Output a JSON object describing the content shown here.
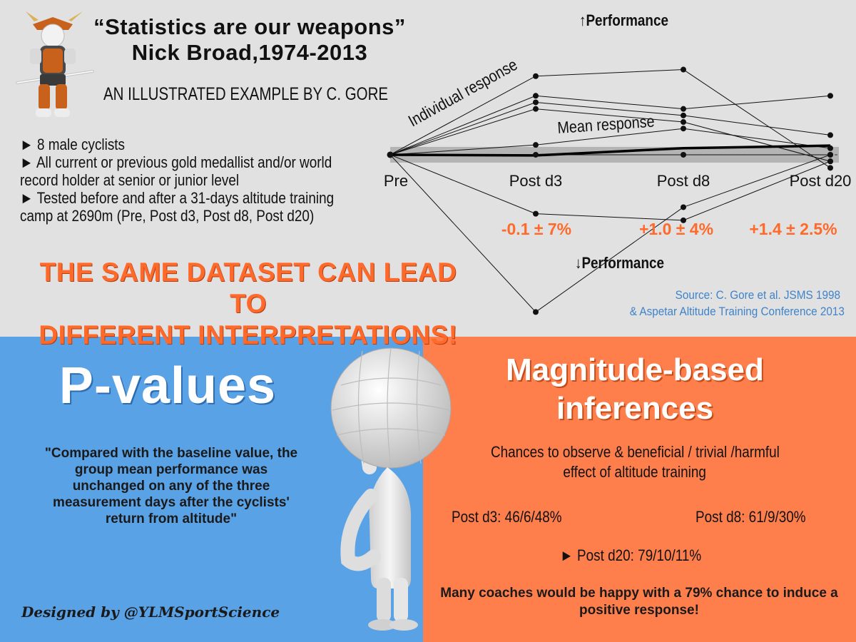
{
  "header": {
    "quote_line1": "“Statistics are our weapons”",
    "quote_line2": "Nick Broad,1974-2013",
    "byline": "AN ILLUSTRATED EXAMPLE BY C. GORE"
  },
  "bullets": [
    "► 8 male cyclists",
    "► All current or previous gold medallist and/or world",
    "record holder at senior or junior level",
    "► Tested before and after a 31-days altitude training",
    "camp at 2690m (Pre, Post d3, Post d8, Post d20)"
  ],
  "headline": {
    "line1": "THE SAME DATASET CAN LEAD TO",
    "line2": "DIFFERENT INTERPRETATIONS!"
  },
  "source": {
    "line1": "Source: C. Gore et al. JSMS 1998",
    "line2": "& Aspetar Altitude Training Conference 2013"
  },
  "chart_data": {
    "type": "line",
    "x": [
      "Pre",
      "Post d3",
      "Post d8",
      "Post d20"
    ],
    "performance_up_label": "↑Performance",
    "performance_down_label": "↓Performance",
    "individual_label": "Individual response",
    "mean_label": "Mean response",
    "effects": [
      "-0.1 ± 7%",
      "+1.0 ± 4%",
      "+1.4 ± 2.5%"
    ],
    "individuals": [
      [
        0,
        12,
        13,
        -2
      ],
      [
        0,
        9,
        7,
        9
      ],
      [
        0,
        8,
        6,
        3
      ],
      [
        0,
        7,
        5,
        -1
      ],
      [
        0,
        1.5,
        4,
        1
      ],
      [
        0,
        0,
        0,
        0
      ],
      [
        0,
        -9,
        -10,
        -1
      ],
      [
        0,
        -24,
        -8,
        0
      ]
    ],
    "mean": [
      0,
      -0.1,
      1.0,
      1.4
    ],
    "trivial_band": [
      -1.2,
      1.2
    ],
    "baseline": 0,
    "ylim": [
      -24.5,
      16
    ]
  },
  "pvalues": {
    "title": "P-values",
    "quote": "\"Compared with the baseline value, the group mean performance was unchanged on any of the three measurement days after the cyclists' return from altitude\"",
    "designed_by": "Designed by @YLMSportScience"
  },
  "mbi": {
    "title_line1": "Magnitude-based",
    "title_line2": "inferences",
    "subtitle_line1": "Chances to observe & beneficial / trivial /harmful",
    "subtitle_line2": "effect of altitude training",
    "post_d3": "Post d3: 46/6/48%",
    "post_d8": "Post d8: 61/9/30%",
    "post_d20": "► Post d20: 79/10/11%",
    "conclusion": "Many coaches would be happy with a 79% chance to induce a positive response!"
  },
  "colors": {
    "top_bg": "#e1e1e1",
    "blue_panel": "#5aa2e6",
    "orange_panel": "#ff7f4c",
    "orange_text": "#ff6a2b",
    "source_blue": "#3f83c9"
  },
  "icons": {
    "samurai": "samurai-figure-icon",
    "thinker": "puzzle-head-thinker-icon"
  }
}
